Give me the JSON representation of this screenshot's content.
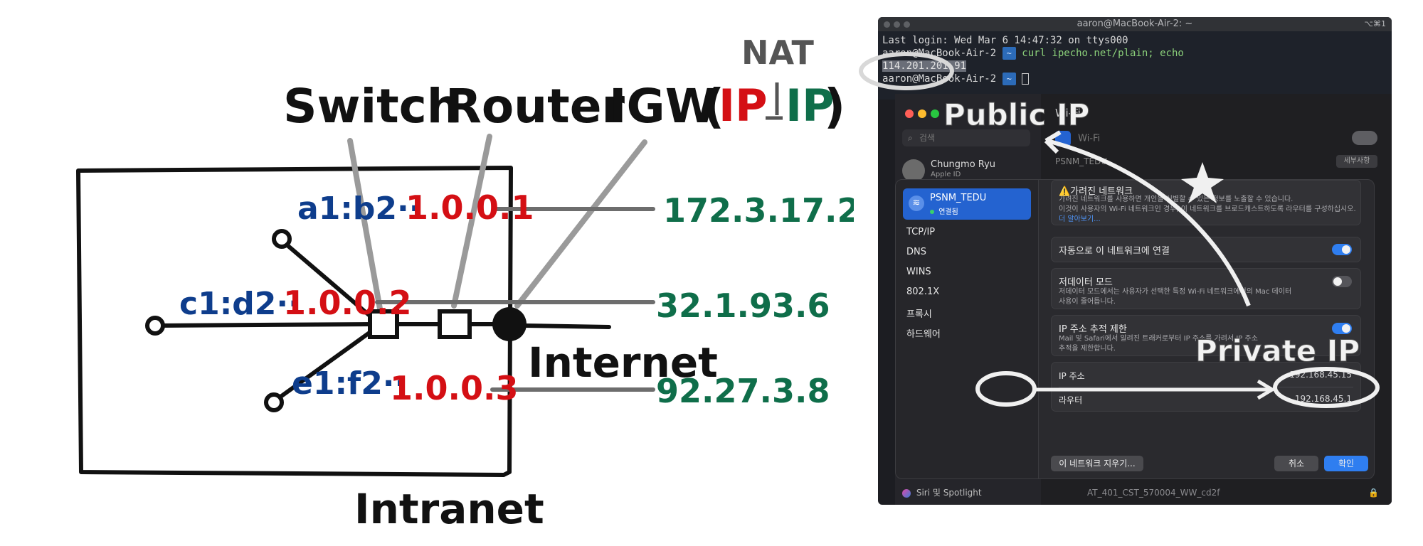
{
  "diagram": {
    "labels": {
      "switch": "Switch",
      "router": "Router",
      "igw": "IGW",
      "nat": "NAT",
      "ip_private": "IP",
      "ip_public": "IP",
      "paren_open": "(",
      "paren_close": ")",
      "internet": "Internet",
      "intranet": "Intranet"
    },
    "hosts": [
      {
        "mac": "a1:b2··",
        "ip": "1.0.0.1",
        "public_ip": "172.3.17.2"
      },
      {
        "mac": "c1:d2··",
        "ip": "1.0.0.2",
        "public_ip": "32.1.93.6"
      },
      {
        "mac": "e1:f2··",
        "ip": "1.0.0.3",
        "public_ip": "92.27.3.8"
      }
    ],
    "colors": {
      "mac": "#0e3d8c",
      "private_ip": "#d40f14",
      "public_ip": "#0f6e4a",
      "ink": "#111111",
      "pointer": "#9a9a9a"
    }
  },
  "terminal": {
    "title": "aaron@MacBook-Air-2: ~",
    "shortcut": "⌥⌘1",
    "login_line": "Last login: Wed Mar  6 14:47:32 on ttys000",
    "prompt_user": "aaron@MacBook-Air-2",
    "prompt_dir": "~",
    "command": "curl ipecho.net/plain; echo",
    "output": "114.201.201.91",
    "prompt2_user": "aaron@MacBook-Air-2"
  },
  "settings": {
    "window_title": "Wi-Fi",
    "search_placeholder": "검색",
    "user_name": "Chungmo Ryu",
    "user_sub": "Apple ID",
    "wifi_row_label": "Wi-Fi",
    "network_row": "PSNM_TEDU",
    "network_row_btn": "세부사항",
    "bottom_item": "Siri 및 Spotlight",
    "bottom_network": "AT_401_CST_570004_WW_cd2f"
  },
  "sheet": {
    "network_name": "PSNM_TEDU",
    "network_status": "연결됨",
    "side_items": [
      "TCP/IP",
      "DNS",
      "WINS",
      "802.1X",
      "프록시",
      "하드웨어"
    ],
    "hidden": {
      "title": "⚠️가려진 네트워크",
      "desc1": "가려진 네트워크를 사용하면 개인을 식별할 수 있는 정보를 노출할 수 있습니다.",
      "desc2": "이것이 사용자의 Wi-Fi 네트워크인 경우, 이 네트워크를 브로드캐스트하도록 라우터를 구성하십시오.",
      "link": "더 알아보기..."
    },
    "auto_join": "자동으로 이 네트워크에 연결",
    "low_data": {
      "title": "저데이터 모드",
      "desc1": "저데이터 모드에서는 사용자가 선택한 특정 Wi-Fi 네트워크에서의 Mac 데이터",
      "desc2": "사용이 줄어듭니다."
    },
    "limit_ip": {
      "title": "IP 주소 추적 제한",
      "desc1": "Mail 및 Safari에서 알려진 트래커로부터 IP 주소를 가려서 IP 주소",
      "desc2": "추적을 제한합니다."
    },
    "ip_label": "IP 주소",
    "ip_value": "192.168.45.15",
    "router_label": "라우터",
    "router_value": "192.168.45.1",
    "forget_btn": "이 네트워크 지우기...",
    "cancel_btn": "취소",
    "ok_btn": "확인"
  },
  "annotations": {
    "public_ip": "Public IP",
    "private_ip": "Private IP"
  }
}
